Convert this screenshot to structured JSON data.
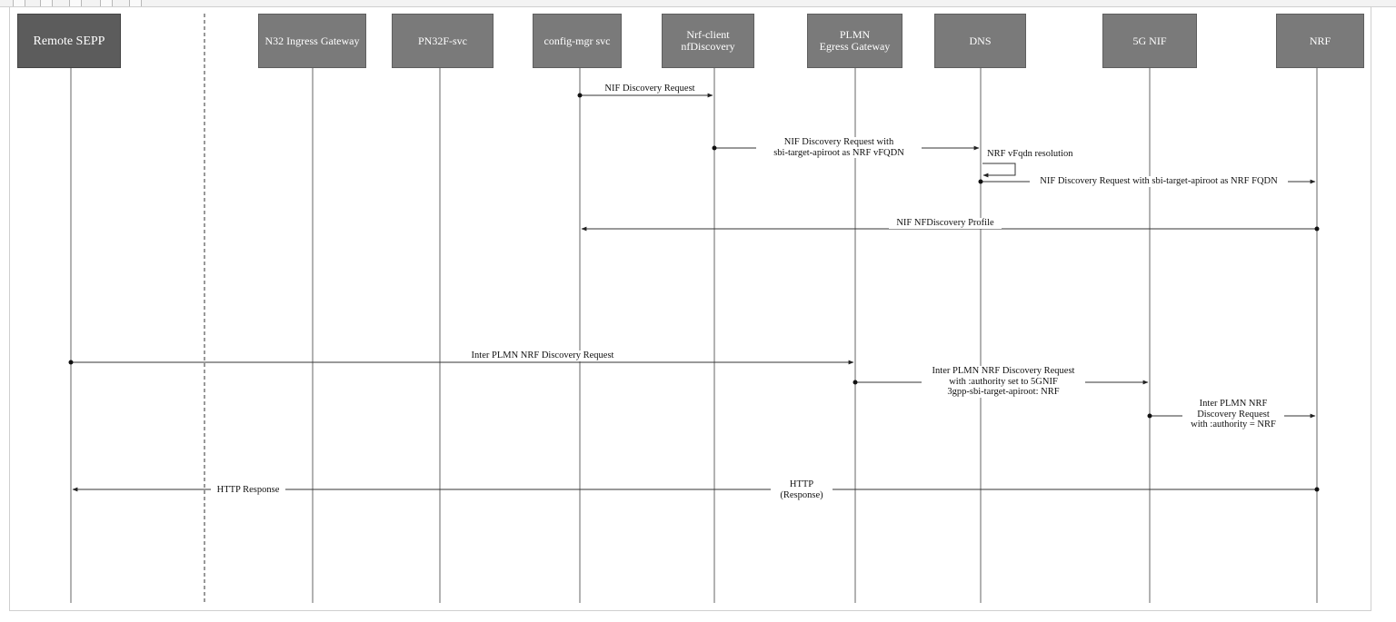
{
  "participants": [
    {
      "id": "remote-sepp",
      "label": "Remote SEPP"
    },
    {
      "id": "n32-ingress",
      "label": "N32 Ingress Gateway"
    },
    {
      "id": "pn32f-svc",
      "label": "PN32F-svc"
    },
    {
      "id": "config-mgr",
      "label": "config-mgr svc"
    },
    {
      "id": "nrf-client",
      "label": "Nrf-client\nnfDiscovery"
    },
    {
      "id": "plmn-egress",
      "label": "PLMN\nEgress Gateway"
    },
    {
      "id": "dns",
      "label": "DNS"
    },
    {
      "id": "5g-nif",
      "label": "5G NIF"
    },
    {
      "id": "nrf",
      "label": "NRF"
    }
  ],
  "messages": [
    {
      "id": "m1",
      "from": "config-mgr",
      "to": "nrf-client",
      "label": "NIF Discovery Request"
    },
    {
      "id": "m2",
      "from": "nrf-client",
      "to": "dns",
      "label": "NIF Discovery Request with\nsbi-target-apiroot as NRF vFQDN"
    },
    {
      "id": "m3",
      "from": "dns",
      "to": "dns",
      "label": "NRF vFqdn resolution"
    },
    {
      "id": "m4",
      "from": "dns",
      "to": "nrf",
      "label": "NIF Discovery Request with sbi-target-apiroot as NRF FQDN"
    },
    {
      "id": "m5",
      "from": "nrf",
      "to": "config-mgr",
      "label": "NIF NFDiscovery Profile"
    },
    {
      "id": "m6",
      "from": "remote-sepp",
      "to": "plmn-egress",
      "label": "Inter PLMN NRF Discovery Request"
    },
    {
      "id": "m7",
      "from": "plmn-egress",
      "to": "5g-nif",
      "label": "Inter PLMN NRF Discovery Request\nwith :authority set to 5GNIF\n3gpp-sbi-target-apiroot: NRF"
    },
    {
      "id": "m8",
      "from": "5g-nif",
      "to": "nrf",
      "label": "Inter PLMN NRF\nDiscovery Request\nwith :authority = NRF"
    },
    {
      "id": "m9",
      "from": "nrf",
      "to": "remote-sepp",
      "label": "HTTP\n(Response)"
    },
    {
      "id": "m9b",
      "from": "nrf",
      "to": "remote-sepp",
      "label": "HTTP Response"
    }
  ],
  "colors": {
    "participant_fill": "#7a7a7a",
    "remote_fill": "#5c5c5c",
    "line": "#444444"
  }
}
